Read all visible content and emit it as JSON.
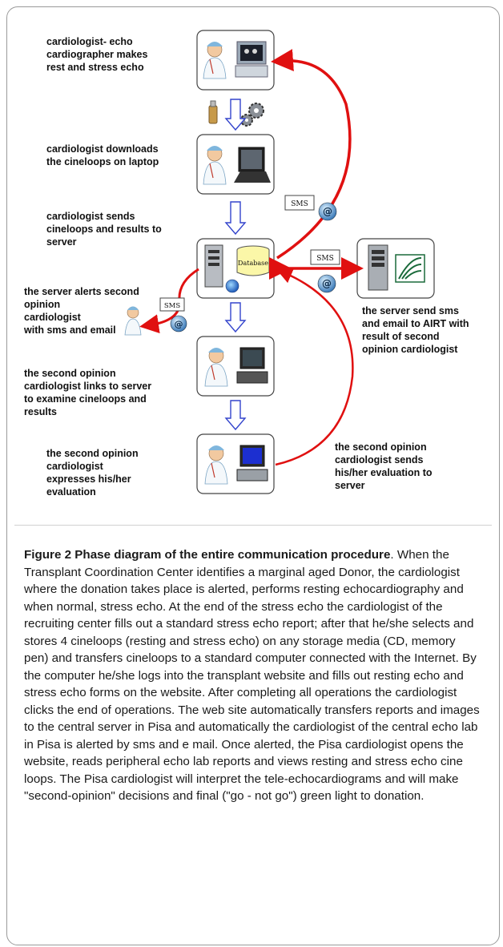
{
  "labels": {
    "step1": "cardiologist- echo\ncardiographer makes\nrest and stress echo",
    "step2": "cardiologist downloads\nthe cineloops on laptop",
    "step3": "cardiologist sends\ncineloops and results to\nserver",
    "step4": "the server alerts second\nopinion\ncardiologist\nwith sms and email",
    "step5": "the second opinion\ncardiologist links to server\nto examine cineloops and\nresults",
    "step6": "the second opinion\ncardiologist\nexpresses his/her\nevaluation",
    "right1": "the server send sms\nand email to AIRT  with\nresult of second\nopinion cardiologist",
    "right2": "the second opinion\ncardiologist sends\nhis/her evaluation to\nserver"
  },
  "tags": {
    "sms": "SMS",
    "database": "Database",
    "at": "@"
  },
  "caption": {
    "title": "Figure 2 Phase diagram of the entire communication procedure",
    "title_end": ".",
    "body": "When the Transplant Coordination Center identifies a marginal aged Donor, the cardiologist where the donation takes place is alerted, performs resting echocardiography and when normal, stress echo. At the end of the stress echo the cardiologist of the recruiting center fills out a standard stress echo report; after that he/she selects and stores 4 cineloops (resting and stress echo) on any storage media (CD, memory pen) and transfers cineloops to a standard computer connected with the Internet. By the computer he/she logs into the transplant website and fills out resting echo and stress echo forms on the website. After completing all operations the cardiologist clicks the end of operations. The web site automatically transfers reports and images to the central server in Pisa and automatically the cardiologist of the central echo lab in Pisa is alerted by sms and e mail. Once alerted, the Pisa cardiologist opens the website, reads peripheral echo lab reports and views resting and stress echo cine loops. The Pisa cardiologist will interpret the tele-echocardiograms and will make \"second-opinion\" decisions and final (\"go - not go\") green light to donation."
  },
  "colors": {
    "arrow_red": "#e01010",
    "arrow_blue": "#3344cc",
    "box_border": "#444444",
    "caption_title": "#111111"
  }
}
